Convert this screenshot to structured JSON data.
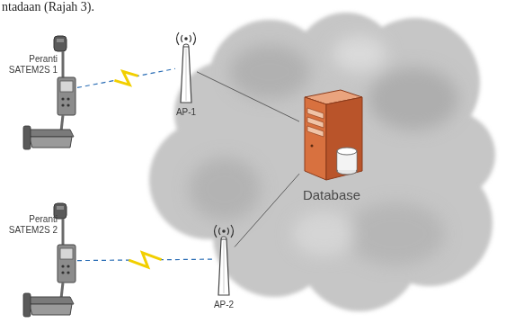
{
  "diagram": {
    "nodes": [
      {
        "text": [
          "Peranti SATEM2S 1"
        ]
      },
      {
        "text": [
          "AP-1"
        ]
      },
      {
        "text": [
          "Database"
        ]
      },
      {
        "text": [
          "Peranti SATEM2S 2"
        ]
      },
      {
        "text": [
          "AP-2"
        ]
      }
    ],
    "edges": [
      {
        "from": 0,
        "to": 1,
        "arrow": "none"
      },
      {
        "from": 3,
        "to": 4,
        "arrow": "none"
      },
      {
        "from": 1,
        "to": 2,
        "arrow": "none"
      },
      {
        "from": 4,
        "to": 2,
        "arrow": "none"
      }
    ],
    "labels": [
      "ntadaan (Rajah 3)."
    ]
  }
}
